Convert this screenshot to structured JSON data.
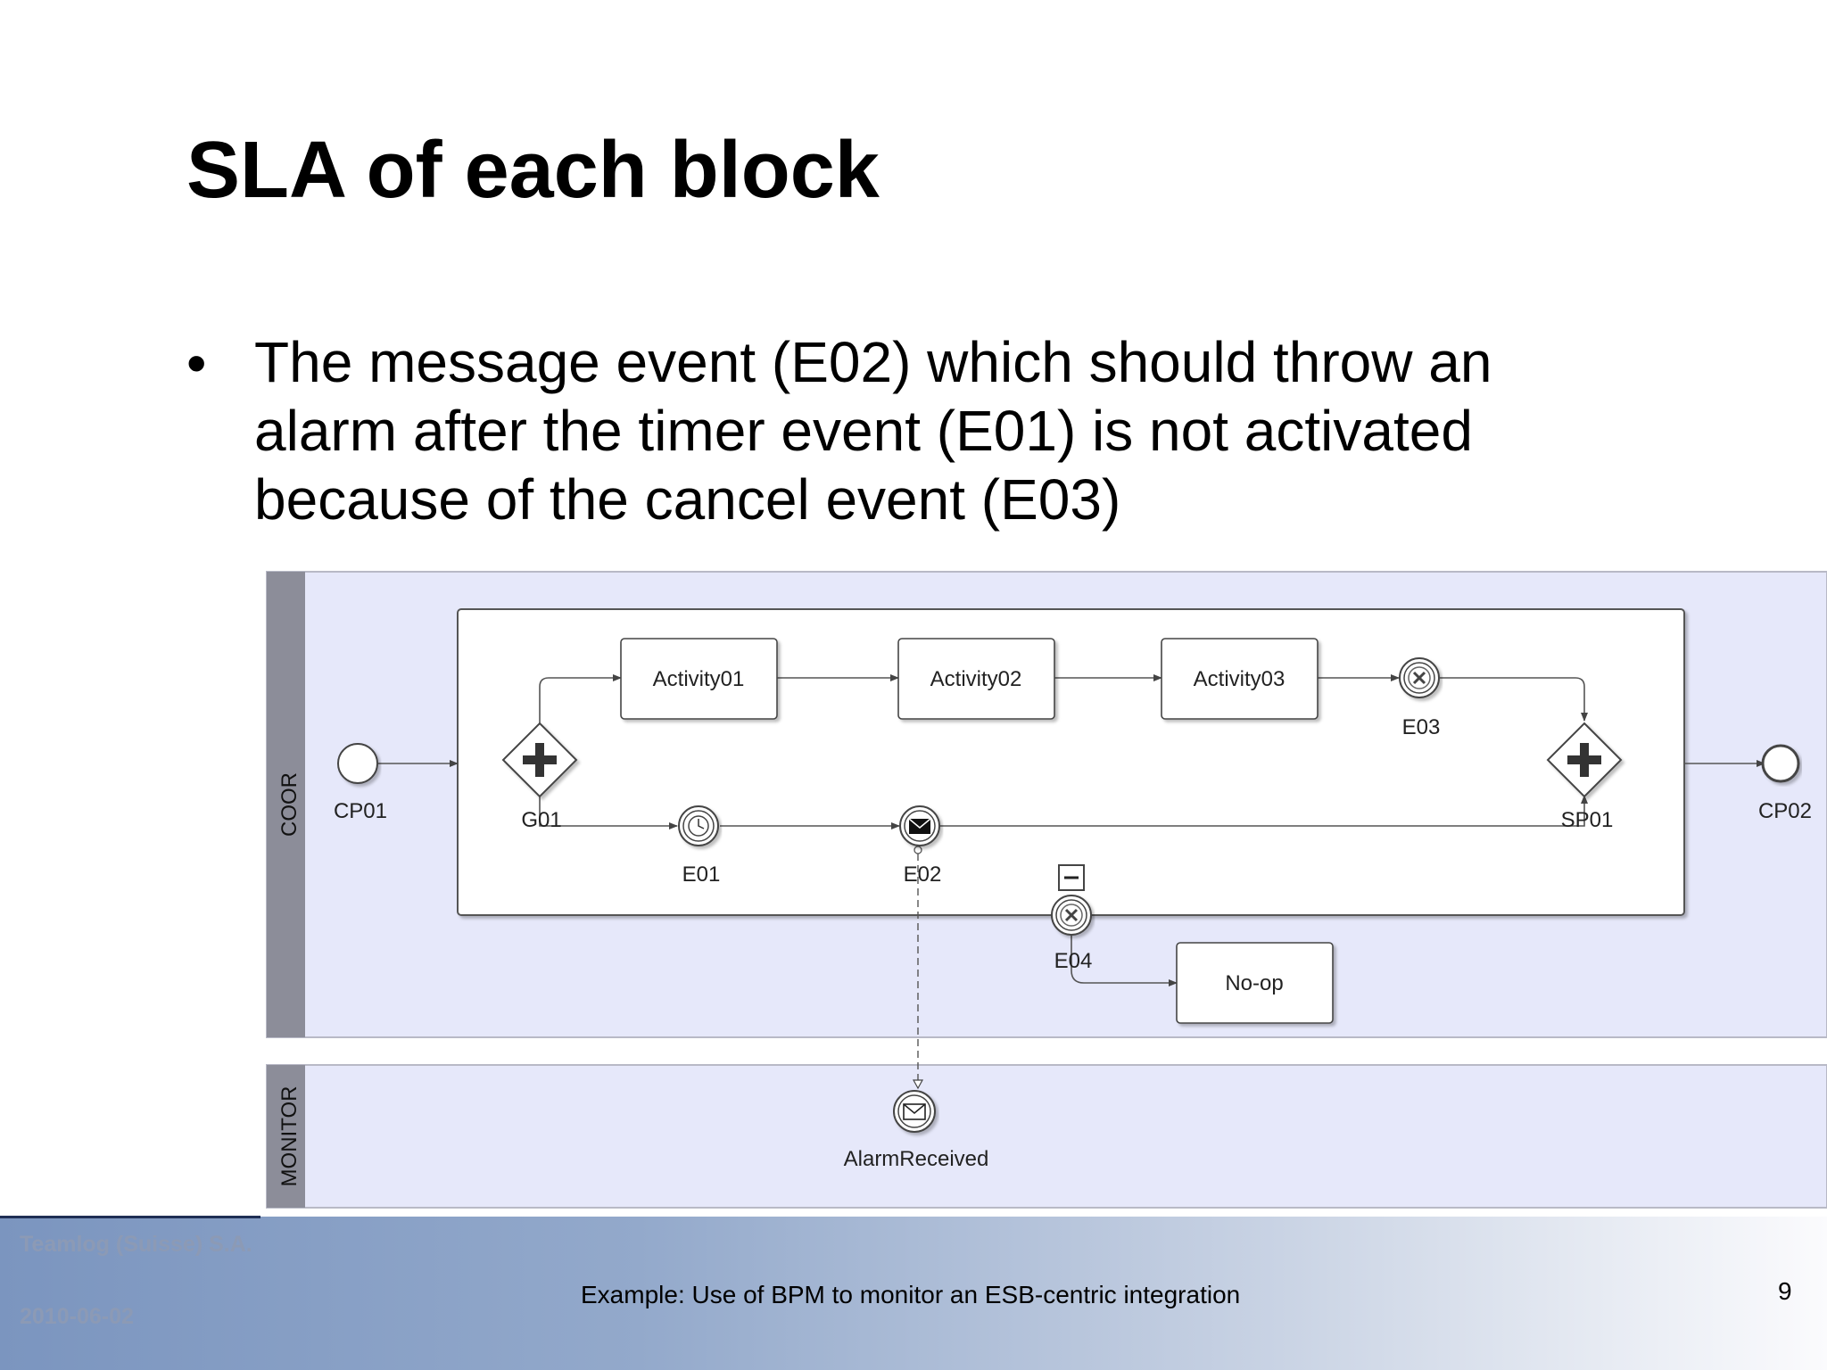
{
  "slide": {
    "title": "SLA of each block",
    "bullet": "The message event (E02) which should throw an alarm after the timer event (E01) is not activated because of the cancel event (E03)"
  },
  "diagram": {
    "lanes": {
      "coor": "COOR",
      "monitor": "MONITOR"
    },
    "activities": {
      "a1": "Activity01",
      "a2": "Activity02",
      "a3": "Activity03",
      "noop": "No-op"
    },
    "events": {
      "cp01": "CP01",
      "cp02": "CP02",
      "g01": "G01",
      "sp01": "SP01",
      "e01": "E01",
      "e02": "E02",
      "e03": "E03",
      "e04": "E04",
      "alarm": "AlarmReceived"
    }
  },
  "footer": {
    "company": "Teamlog (Suisse) S.A.",
    "date": "2010-06-02",
    "caption": "Example: Use of BPM to monitor an ESB-centric integration",
    "page": "9"
  },
  "colors": {
    "lane_fill": "#e6e8fa",
    "lane_header": "#8c8d99",
    "footer_start": "#7b95bf"
  }
}
